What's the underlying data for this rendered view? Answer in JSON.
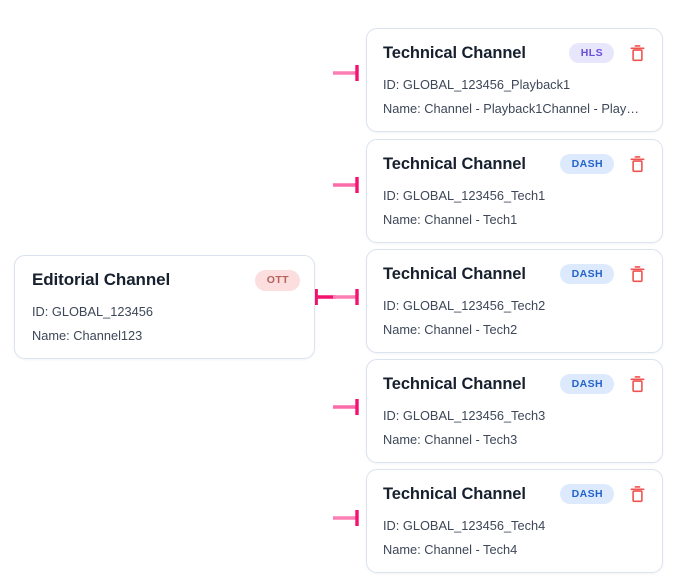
{
  "diagram": {
    "type": "channel-hierarchy-tree",
    "connector_color_strong": "#f3126e",
    "connector_color_light": "#f98ab8",
    "card_border_color": "#dbe3ef",
    "background": "#ffffff"
  },
  "root": {
    "title": "Editorial Channel",
    "badge": "OTT",
    "badge_bg": "#fbdedd",
    "badge_fg": "#b4625c",
    "id_line": "ID: GLOBAL_123456",
    "name_line": "Name: Channel123"
  },
  "children": [
    {
      "title": "Technical Channel",
      "badge": "HLS",
      "badge_bg": "#e8e6fb",
      "badge_fg": "#6b4fd8",
      "id_line": "ID: GLOBAL_123456_Playback1",
      "name_line": "Name: Channel - Playback1Channel - Playba...",
      "delete_label": "trash-icon"
    },
    {
      "title": "Technical Channel",
      "badge": "DASH",
      "badge_bg": "#ddeafd",
      "badge_fg": "#2563c9",
      "id_line": "ID: GLOBAL_123456_Tech1",
      "name_line": "Name: Channel - Tech1",
      "delete_label": "trash-icon"
    },
    {
      "title": "Technical Channel",
      "badge": "DASH",
      "badge_bg": "#ddeafd",
      "badge_fg": "#2563c9",
      "id_line": "ID: GLOBAL_123456_Tech2",
      "name_line": "Name: Channel - Tech2",
      "delete_label": "trash-icon"
    },
    {
      "title": "Technical Channel",
      "badge": "DASH",
      "badge_bg": "#ddeafd",
      "badge_fg": "#2563c9",
      "id_line": "ID: GLOBAL_123456_Tech3",
      "name_line": "Name: Channel - Tech3",
      "delete_label": "trash-icon"
    },
    {
      "title": "Technical Channel",
      "badge": "DASH",
      "badge_bg": "#ddeafd",
      "badge_fg": "#2563c9",
      "id_line": "ID: GLOBAL_123456_Tech4",
      "name_line": "Name: Channel - Tech4",
      "delete_label": "trash-icon"
    }
  ]
}
